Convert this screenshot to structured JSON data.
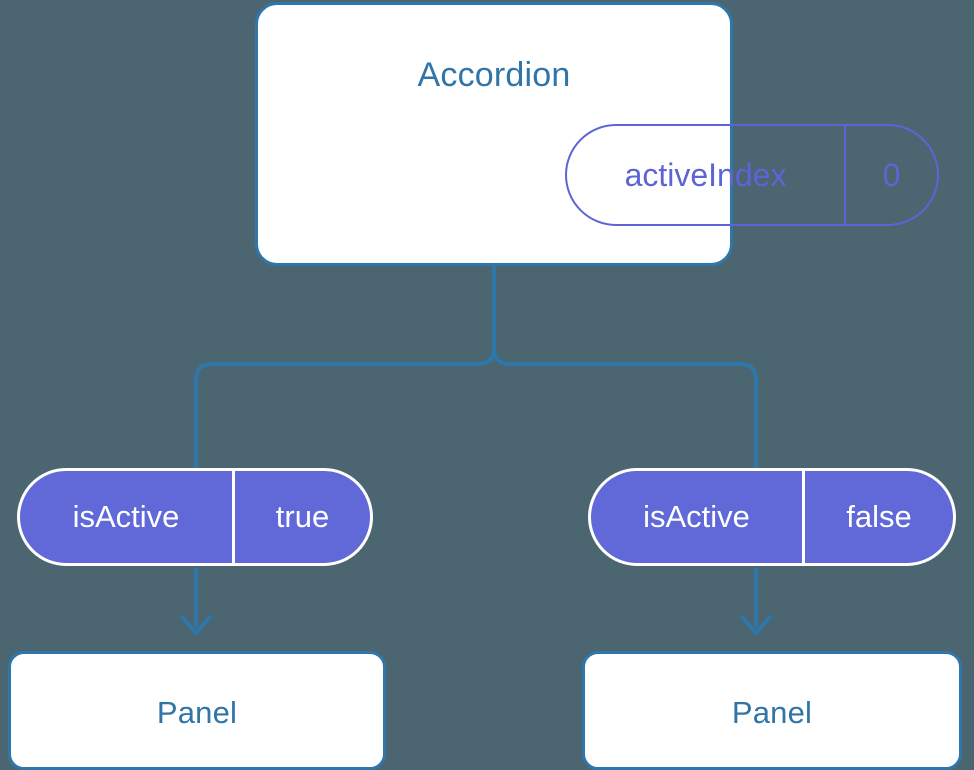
{
  "diagram": {
    "type": "component-state-tree",
    "background_color": "#4b6571",
    "accent_blue": "#2f77ab",
    "title_blue": "#2f75a8",
    "indigo": "#6168d8",
    "indigo_outline": "#5d64d6",
    "root": {
      "title": "Accordion",
      "state": {
        "key": "activeIndex",
        "value": "0"
      }
    },
    "branches": [
      {
        "side": "left",
        "prop": {
          "key": "isActive",
          "value": "true"
        },
        "child": {
          "title": "Panel"
        }
      },
      {
        "side": "right",
        "prop": {
          "key": "isActive",
          "value": "false"
        },
        "child": {
          "title": "Panel"
        }
      }
    ]
  }
}
